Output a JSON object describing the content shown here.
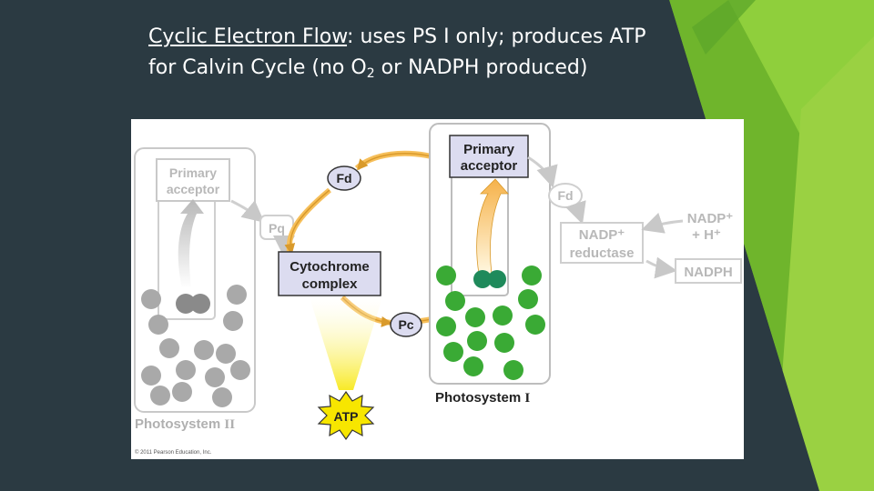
{
  "title": {
    "emphasis": "Cyclic Electron Flow",
    "rest_line1": ": uses PS I only; produces ATP",
    "line2_prefix": "for Calvin Cycle (no O",
    "line2_sub": "2",
    "line2_suffix": " or NADPH produced)"
  },
  "diagram": {
    "ps2": {
      "primary_acceptor": [
        "Primary",
        "acceptor"
      ],
      "label_main": "Photosystem ",
      "label_numeral": "II",
      "color": "#b5b5b5"
    },
    "ps1": {
      "primary_acceptor": [
        "Primary",
        "acceptor"
      ],
      "label_main": "Photosystem ",
      "label_numeral": "I",
      "pigment_color": "#3aaa35"
    },
    "carriers": {
      "pq": "Pq",
      "fd_cycle": "Fd",
      "fd_faded": "Fd",
      "pc": "Pc",
      "cytochrome": [
        "Cytochrome",
        "complex"
      ]
    },
    "nadp_side": {
      "reductase": [
        "NADP⁺",
        "reductase"
      ],
      "substrate": [
        "NADP⁺",
        "+ H⁺"
      ],
      "product": "NADPH"
    },
    "atp": "ATP",
    "copyright": "© 2011 Pearson Education, Inc.",
    "colors": {
      "arrow_fill": "#f6bf5a",
      "carrier_fill": "#dcdcf0",
      "atp_fill": "#f7e600",
      "green_accent": "#7cc242"
    }
  }
}
